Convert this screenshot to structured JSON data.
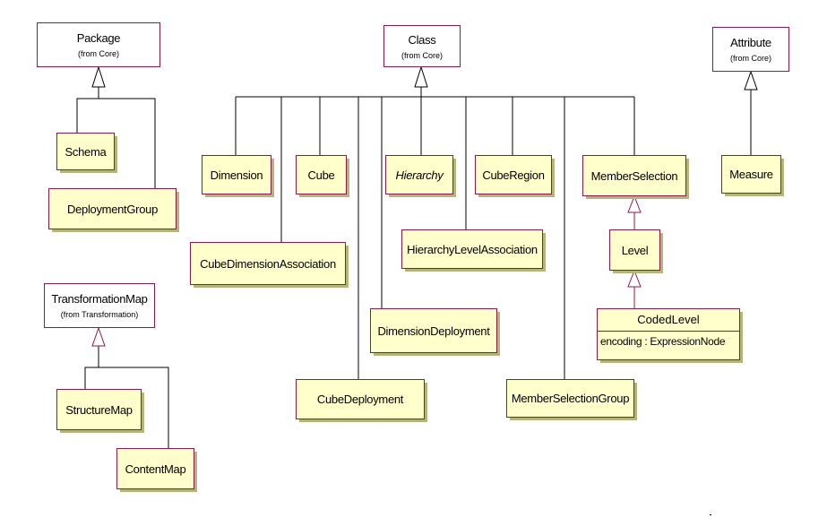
{
  "boxes": {
    "package": {
      "name": "Package",
      "sub": "(from Core)"
    },
    "class": {
      "name": "Class",
      "sub": "(from Core)"
    },
    "attribute": {
      "name": "Attribute",
      "sub": "(from Core)"
    },
    "schema": {
      "name": "Schema"
    },
    "deployment_group": {
      "name": "DeploymentGroup"
    },
    "dimension": {
      "name": "Dimension"
    },
    "cube": {
      "name": "Cube"
    },
    "hierarchy": {
      "name": "Hierarchy"
    },
    "cube_region": {
      "name": "CubeRegion"
    },
    "member_selection": {
      "name": "MemberSelection"
    },
    "measure": {
      "name": "Measure"
    },
    "cube_dimension_association": {
      "name": "CubeDimensionAssociation"
    },
    "hierarchy_level_association": {
      "name": "HierarchyLevelAssociation"
    },
    "level": {
      "name": "Level"
    },
    "coded_level": {
      "name": "CodedLevel",
      "attribute": "encoding : ExpressionNode"
    },
    "dimension_deployment": {
      "name": "DimensionDeployment"
    },
    "transformation_map": {
      "name": "TransformationMap",
      "sub": "(from Transformation)"
    },
    "structure_map": {
      "name": "StructureMap"
    },
    "content_map": {
      "name": "ContentMap"
    },
    "cube_deployment": {
      "name": "CubeDeployment"
    },
    "member_selection_group": {
      "name": "MemberSelectionGroup"
    }
  },
  "colors": {
    "border": "#8b1a4a",
    "fill": "#ffffcc",
    "shadow": "#b5b57a",
    "line": "#000000"
  }
}
